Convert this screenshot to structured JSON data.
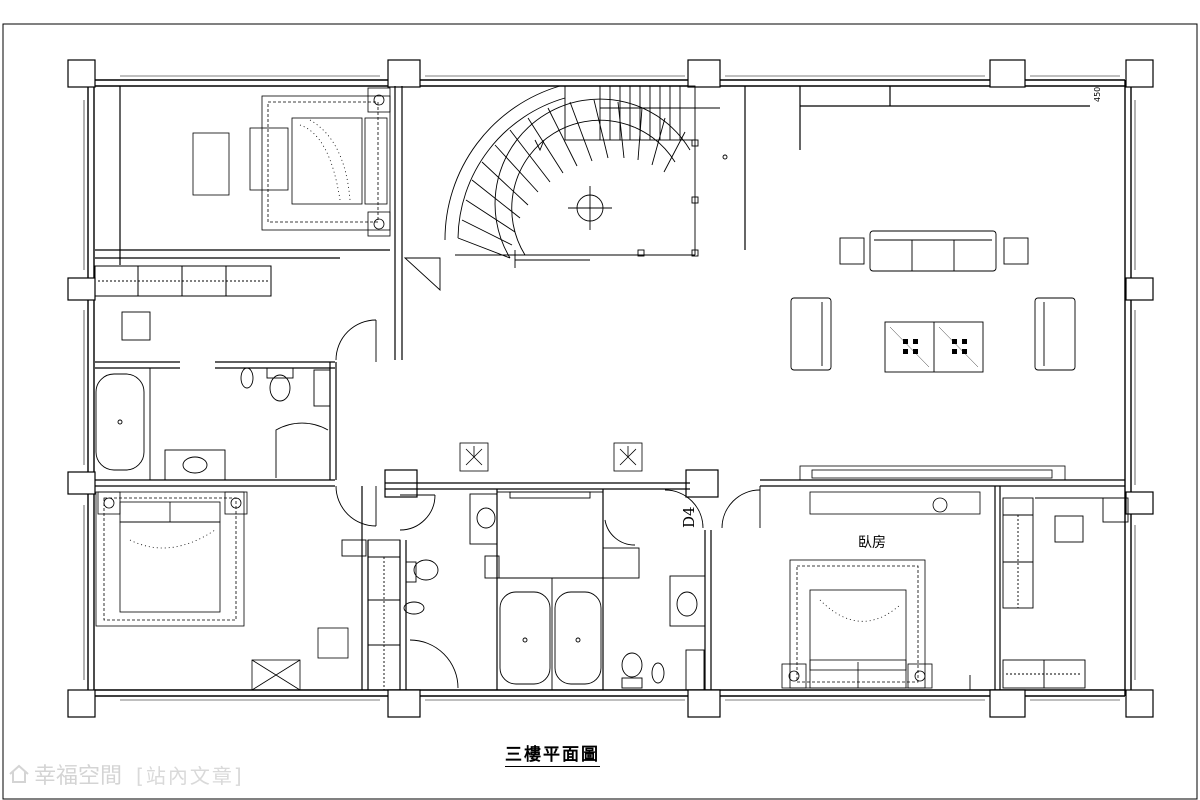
{
  "plan": {
    "title": "三樓平面圖",
    "room_label": "臥房",
    "door_label": "D4",
    "dimension_label": "450"
  },
  "watermark": {
    "brand": "幸福空間",
    "section": "[站內文章]"
  }
}
